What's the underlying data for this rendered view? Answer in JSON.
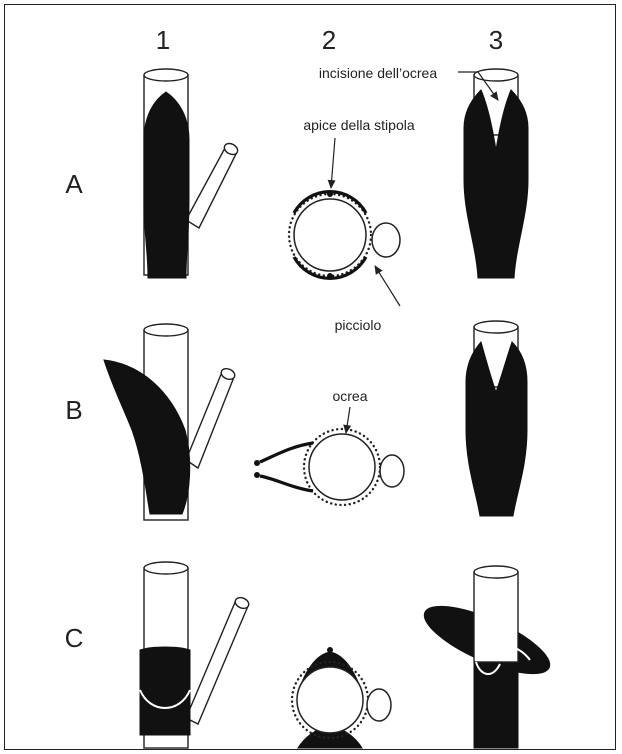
{
  "columns": [
    "1",
    "2",
    "3"
  ],
  "rows": [
    "A",
    "B",
    "C"
  ],
  "annotations": {
    "ochrea_incision": "incisione dell’ocrea",
    "stipule_apex": "apice della stipola",
    "petiole": "picciolo",
    "ochrea": "ocrea"
  }
}
